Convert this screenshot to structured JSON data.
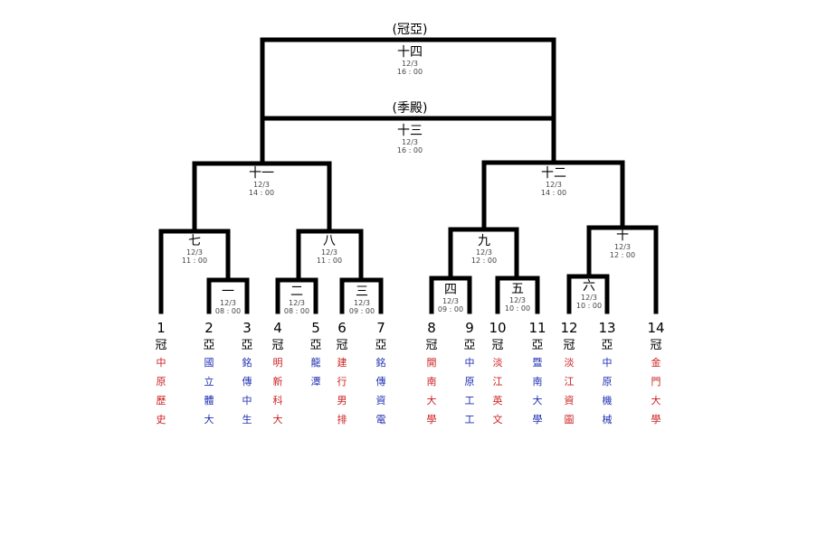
{
  "final_label": "(冠亞)",
  "third_place_label": "(季殿)",
  "matches": [
    {
      "id": "m1",
      "name": "一",
      "date": "12/3",
      "time": "08 : 00"
    },
    {
      "id": "m2",
      "name": "二",
      "date": "12/3",
      "time": "08 : 00"
    },
    {
      "id": "m3",
      "name": "三",
      "date": "12/3",
      "time": "09 : 00"
    },
    {
      "id": "m4",
      "name": "四",
      "date": "12/3",
      "time": "09 : 00"
    },
    {
      "id": "m5",
      "name": "五",
      "date": "12/3",
      "time": "10 : 00"
    },
    {
      "id": "m6",
      "name": "六",
      "date": "12/3",
      "time": "10 : 00"
    },
    {
      "id": "m7",
      "name": "七",
      "date": "12/3",
      "time": "11 : 00"
    },
    {
      "id": "m8",
      "name": "八",
      "date": "12/3",
      "time": "11 : 00"
    },
    {
      "id": "m9",
      "name": "九",
      "date": "12/3",
      "time": "12 : 00"
    },
    {
      "id": "m10",
      "name": "十",
      "date": "12/3",
      "time": "12 : 00"
    },
    {
      "id": "m11",
      "name": "十一",
      "date": "12/3",
      "time": "14 : 00"
    },
    {
      "id": "m12",
      "name": "十二",
      "date": "12/3",
      "time": "14 : 00"
    },
    {
      "id": "m13",
      "name": "十三",
      "date": "12/3",
      "time": "16 : 00"
    },
    {
      "id": "m14",
      "name": "十四",
      "date": "12/3",
      "time": "16 : 00"
    }
  ],
  "teams": [
    {
      "num": "1",
      "result": "冠",
      "name": "中原歷史",
      "color": "#cc1f1f"
    },
    {
      "num": "2",
      "result": "亞",
      "name": "國立體大",
      "color": "#1f2fb0"
    },
    {
      "num": "3",
      "result": "亞",
      "name": "銘傳中生",
      "color": "#1f2fb0"
    },
    {
      "num": "4",
      "result": "冠",
      "name": "明新科大",
      "color": "#cc1f1f"
    },
    {
      "num": "5",
      "result": "亞",
      "name": "龍潭",
      "color": "#1f2fb0"
    },
    {
      "num": "6",
      "result": "冠",
      "name": "建行男排",
      "color": "#cc1f1f"
    },
    {
      "num": "7",
      "result": "亞",
      "name": "銘傳資電",
      "color": "#1f2fb0"
    },
    {
      "num": "8",
      "result": "冠",
      "name": "開南大學",
      "color": "#cc1f1f"
    },
    {
      "num": "9",
      "result": "亞",
      "name": "中原工工",
      "color": "#1f2fb0"
    },
    {
      "num": "10",
      "result": "冠",
      "name": "淡江英文",
      "color": "#cc1f1f"
    },
    {
      "num": "11",
      "result": "亞",
      "name": "暨南大學",
      "color": "#1f2fb0"
    },
    {
      "num": "12",
      "result": "冠",
      "name": "淡江資圖",
      "color": "#cc1f1f"
    },
    {
      "num": "13",
      "result": "亞",
      "name": "中原機械",
      "color": "#1f2fb0"
    },
    {
      "num": "14",
      "result": "冠",
      "name": "金門大學",
      "color": "#cc1f1f"
    }
  ]
}
